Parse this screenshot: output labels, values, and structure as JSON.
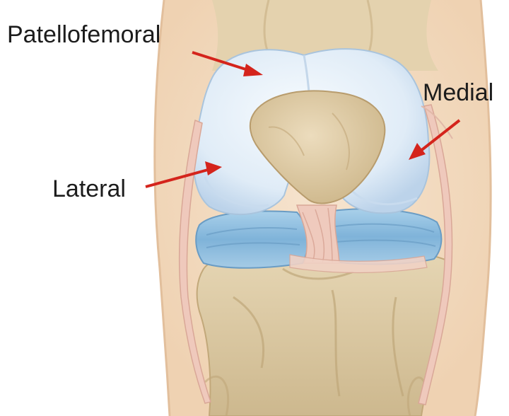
{
  "diagram": {
    "labels": {
      "patellofemoral": "Patellofemoral",
      "medial": "Medial",
      "lateral": "Lateral"
    },
    "colors": {
      "arrow": "#d4241c",
      "cartilage": "#e3eef8",
      "meniscus": "#8fbfe0",
      "bone": "#dccaa4",
      "ligament": "#efc9bd",
      "skin": "#f3dcc2"
    }
  }
}
